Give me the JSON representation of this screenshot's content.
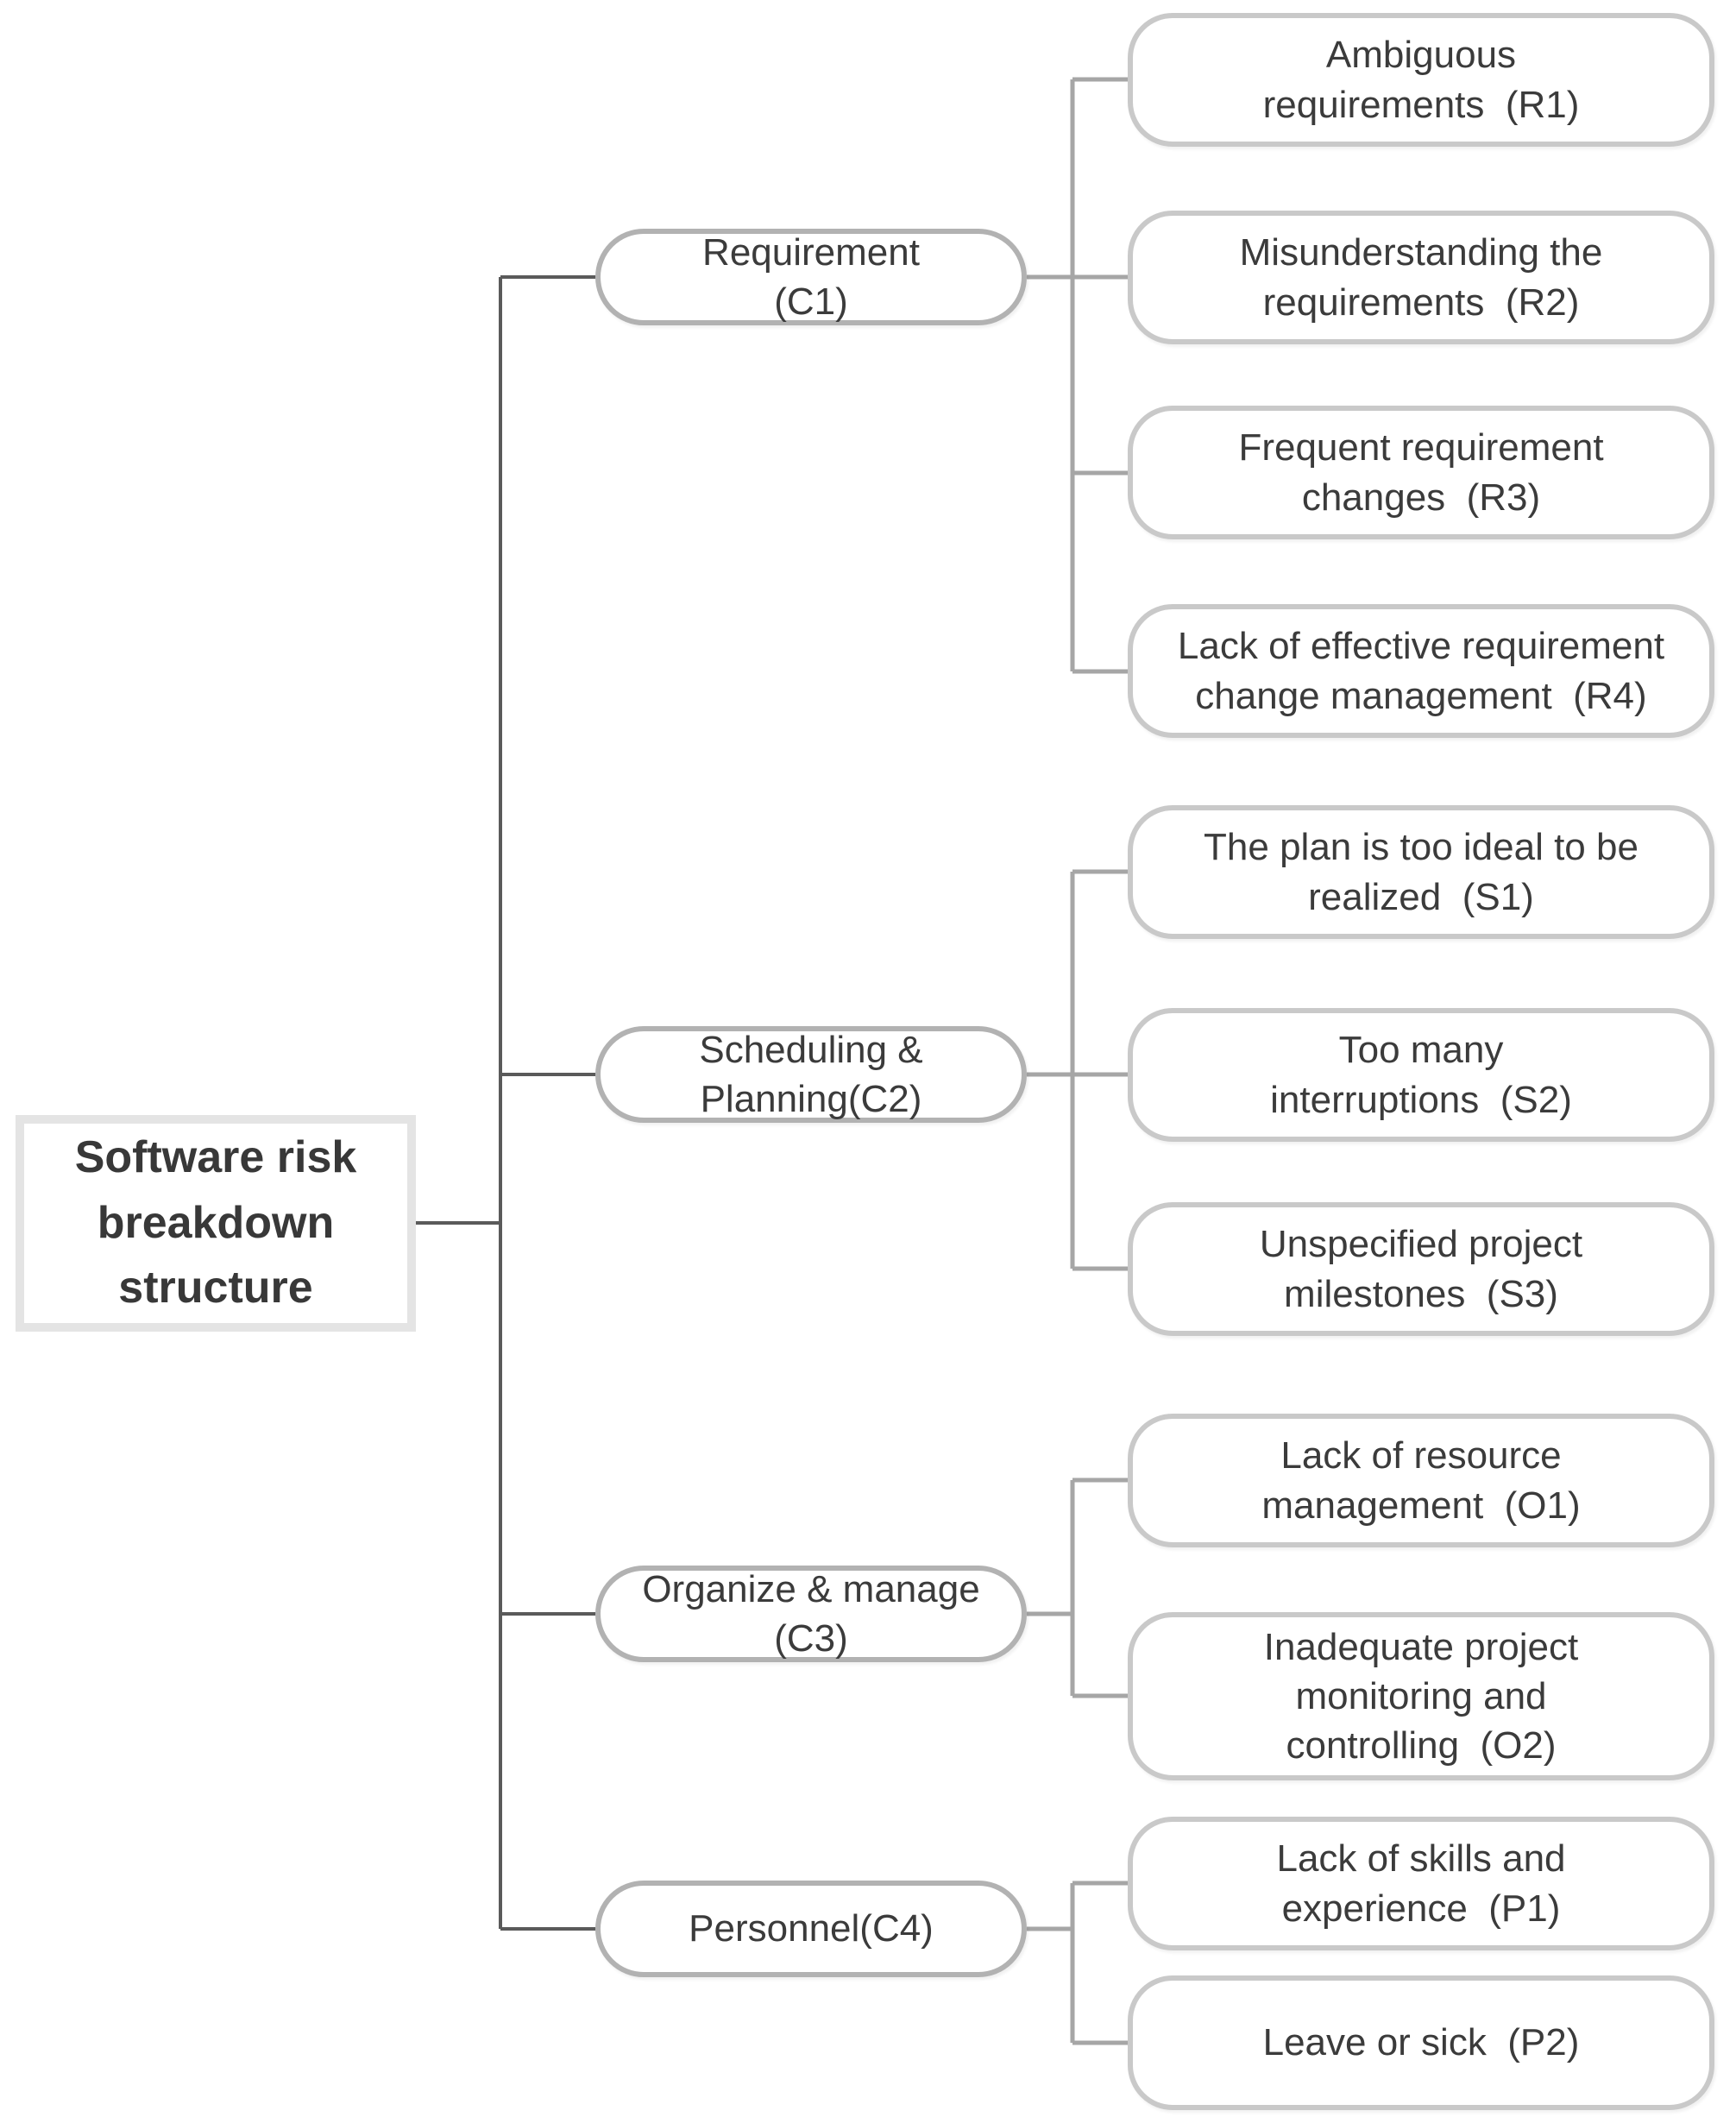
{
  "diagram_title": "Software risk breakdown structure",
  "colors": {
    "page-bg": "#ffffff",
    "trunk-line": "#5a5a5a",
    "bus-line": "#a6a6a6",
    "leaf-border": "#c9c9c9",
    "category-border": "#b2b2b2",
    "root-border": "#e4e4e4",
    "text-color": "#3b3b3b"
  },
  "nodes": {
    "root": {
      "label": "Software risk\nbreakdown\nstructure"
    },
    "c1": {
      "label": "Requirement\n(C1)"
    },
    "c2": {
      "label": "Scheduling &\nPlanning(C2)"
    },
    "c3": {
      "label": "Organize & manage\n(C3)"
    },
    "c4": {
      "label": "Personnel(C4)"
    },
    "r1": {
      "label": "Ambiguous\nrequirements  (R1)"
    },
    "r2": {
      "label": "Misunderstanding the\nrequirements  (R2)"
    },
    "r3": {
      "label": "Frequent requirement\nchanges  (R3)"
    },
    "r4": {
      "label": "Lack of effective requirement\nchange management  (R4)"
    },
    "s1": {
      "label": "The plan is too ideal to be\nrealized  (S1)"
    },
    "s2": {
      "label": "Too many\ninterruptions  (S2)"
    },
    "s3": {
      "label": "Unspecified project\nmilestones  (S3)"
    },
    "o1": {
      "label": "Lack of resource\nmanagement  (O1)"
    },
    "o2": {
      "label": "Inadequate project\nmonitoring and\ncontrolling  (O2)"
    },
    "p1": {
      "label": "Lack of skills and\nexperience  (P1)"
    },
    "p2": {
      "label": "Leave or sick  (P2)"
    }
  },
  "hierarchy": {
    "root": [
      "c1",
      "c2",
      "c3",
      "c4"
    ],
    "c1": [
      "r1",
      "r2",
      "r3",
      "r4"
    ],
    "c2": [
      "s1",
      "s2",
      "s3"
    ],
    "c3": [
      "o1",
      "o2"
    ],
    "c4": [
      "p1",
      "p2"
    ]
  }
}
